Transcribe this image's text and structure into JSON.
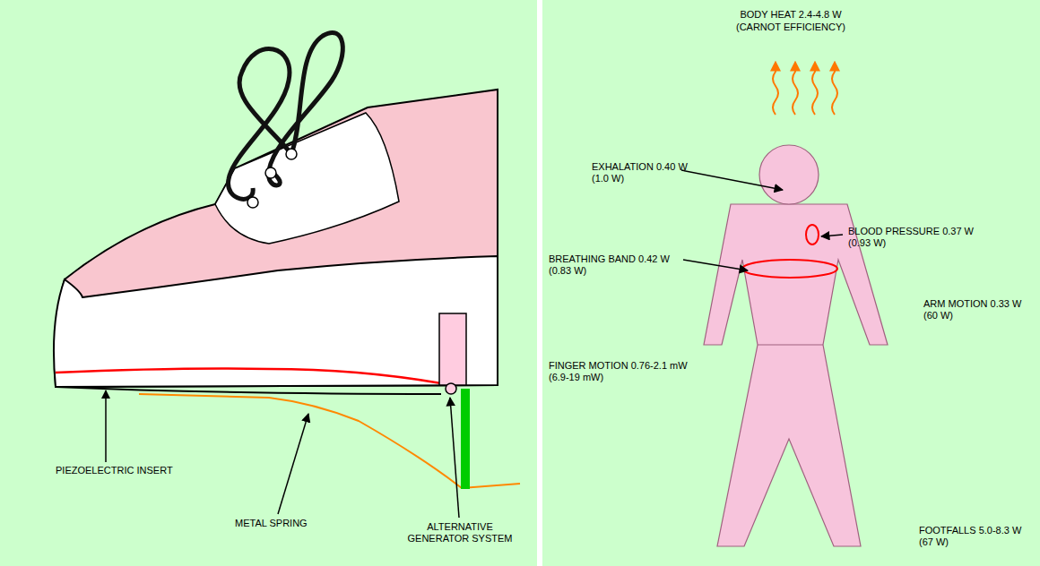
{
  "diagram": {
    "labels": [
      "PIEZOELECTRIC INSERT",
      "METAL SPRING",
      "ALTERNATIVE GENERATOR SYSTEM",
      "BODY HEAT 2.4-4.8 W",
      "(CARNOT EFFICIENCY)",
      "EXHALATION 0.40 W",
      "(1.0 W)",
      "BLOOD PRESSURE 0.37 W",
      "(0.93 W)",
      "BREATHING BAND 0.42 W",
      "(0.83 W)",
      "ARM MOTION 0.33 W",
      "(60 W)",
      "FINGER MOTION 0.76-2.1 mW",
      "(6.9-19 mW)",
      "FOOTFALLS 5.0-8.3 W",
      "(67 W)"
    ]
  }
}
